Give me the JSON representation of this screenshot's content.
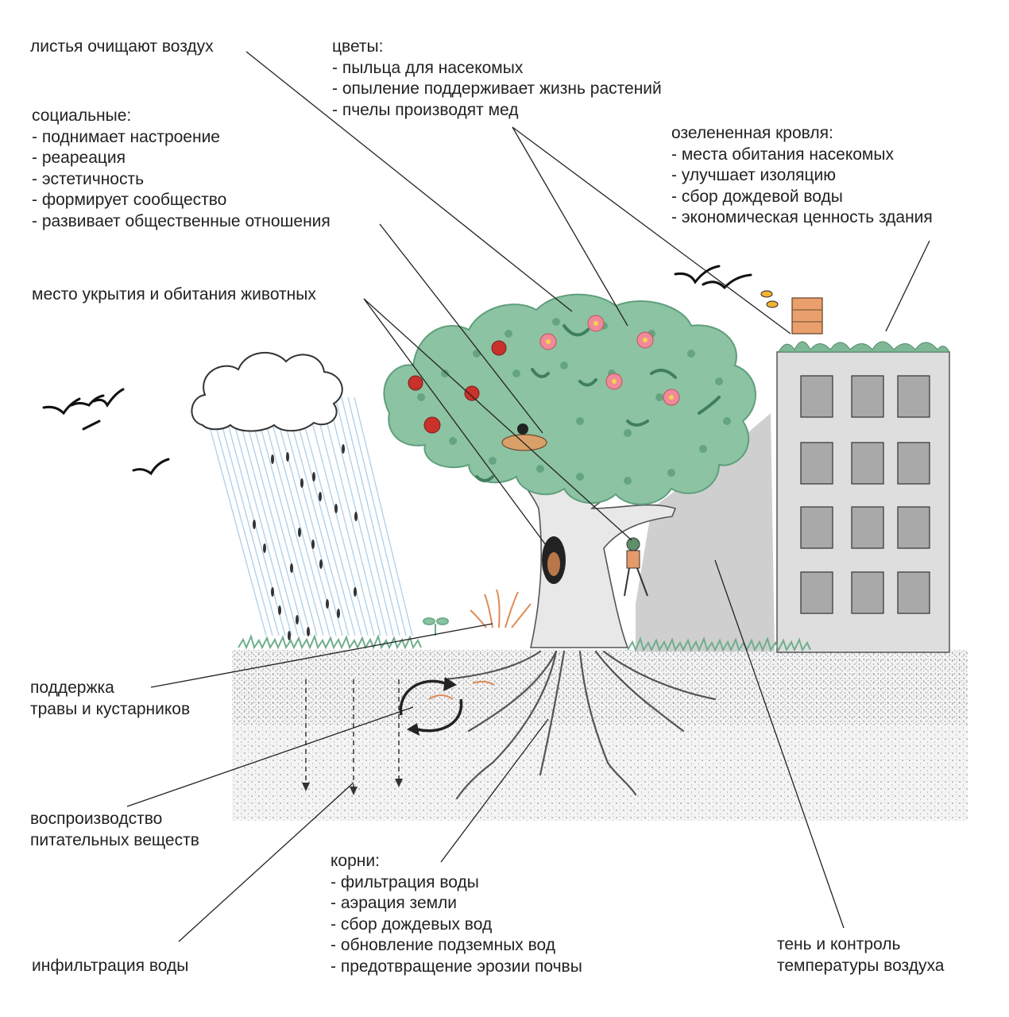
{
  "labels": {
    "leaves": [
      "листья очищают воздух"
    ],
    "flowers": [
      "цветы:",
      "- пыльца для насекомых",
      "- опыление поддерживает жизнь растений",
      "- пчелы производят мед"
    ],
    "social": [
      "социальные:",
      "- поднимает настроение",
      "- реареация",
      "- эстетичность",
      "- формирует сообщество",
      "- развивает общественные отношения"
    ],
    "roof": [
      "озелененная кровля:",
      "- места обитания насекомых",
      "- улучшает изоляцию",
      "- сбор дождевой воды",
      "- экономическая ценность здания"
    ],
    "shelter": [
      "место укрытия и обитания животных"
    ],
    "grass": [
      "поддержка",
      "травы и кустарников"
    ],
    "nutrients": [
      "воспроизводство",
      "питательных веществ"
    ],
    "roots": [
      "корни:",
      "- фильтрация воды",
      "- аэрация земли",
      "- сбор дождевых вод",
      "- обновление подземных вод",
      "- предотвращение эрозии почвы"
    ],
    "infiltration": [
      "инфильтрация воды"
    ],
    "shade": [
      "тень и контроль",
      "температуры воздуха"
    ]
  },
  "colors": {
    "text": "#222222",
    "leaf_green": "#6fae8c",
    "leaf_dark": "#3f7f60",
    "flower_pink": "#f08a98",
    "apple_red": "#c8322a",
    "rain_blue": "#a9cde8",
    "building_gray": "#d9d9d9",
    "window_gray": "#a9a9a9",
    "shadow_gray": "#cfcfcf",
    "trunk_gray": "#e6e6e6",
    "soil_gray": "#f1f1f1",
    "orange_accent": "#e08a55"
  }
}
